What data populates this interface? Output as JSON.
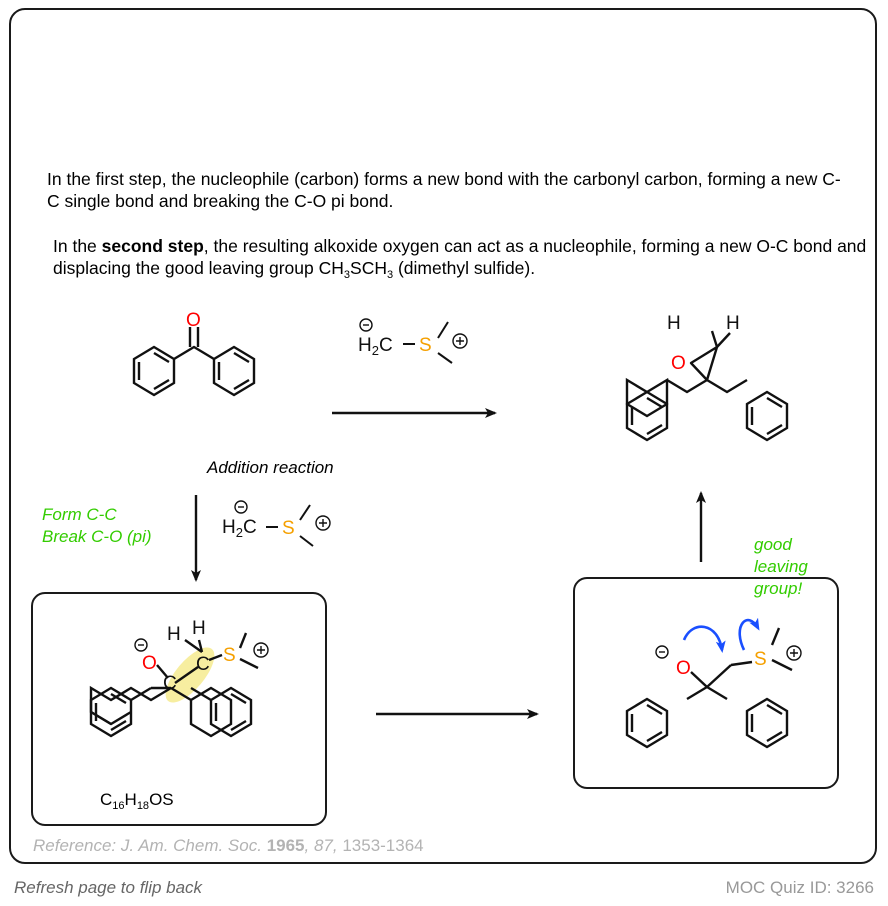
{
  "text": {
    "para1": "In the first step, the nucleophile (carbon) forms a new bond with the carbonyl carbon, forming a new C-C single bond and breaking the C-O pi bond.",
    "para2_prefix": "In the ",
    "para2_bold": "second step",
    "para2_mid": ", the resulting alkoxide oxygen can act as a nucleophile, forming a new O-C bond and displacing the good leaving group ",
    "para2_suffix": " (dimethyl sulfide).",
    "leaving_group_formula": "CH3SCH3",
    "addition_label": "Addition reaction",
    "form_cc": "Form C-C",
    "break_co": "Break C-O (pi)",
    "good_leaving_1": "good",
    "good_leaving_2": "leaving",
    "good_leaving_3": "group!",
    "formula_label": "C16H18OS",
    "reference_prefix": "Reference: J. Am. Chem. Soc. ",
    "reference_year": "1965",
    "reference_vol": ", 87,",
    "reference_pages": " 1353-1364",
    "footer_left": "Refresh page to flip back",
    "footer_right": "MOC Quiz ID: 3266"
  },
  "atoms": {
    "O": "O",
    "H": "H",
    "C": "C",
    "S": "S",
    "H2C": "H2C"
  },
  "colors": {
    "oxygen": "#ff0000",
    "sulfur": "#f5a000",
    "highlight": "#f7eea0",
    "annotation_green": "#33cc00",
    "curved_arrow": "#1a4fff",
    "reference_gray": "#b3b3b3"
  }
}
